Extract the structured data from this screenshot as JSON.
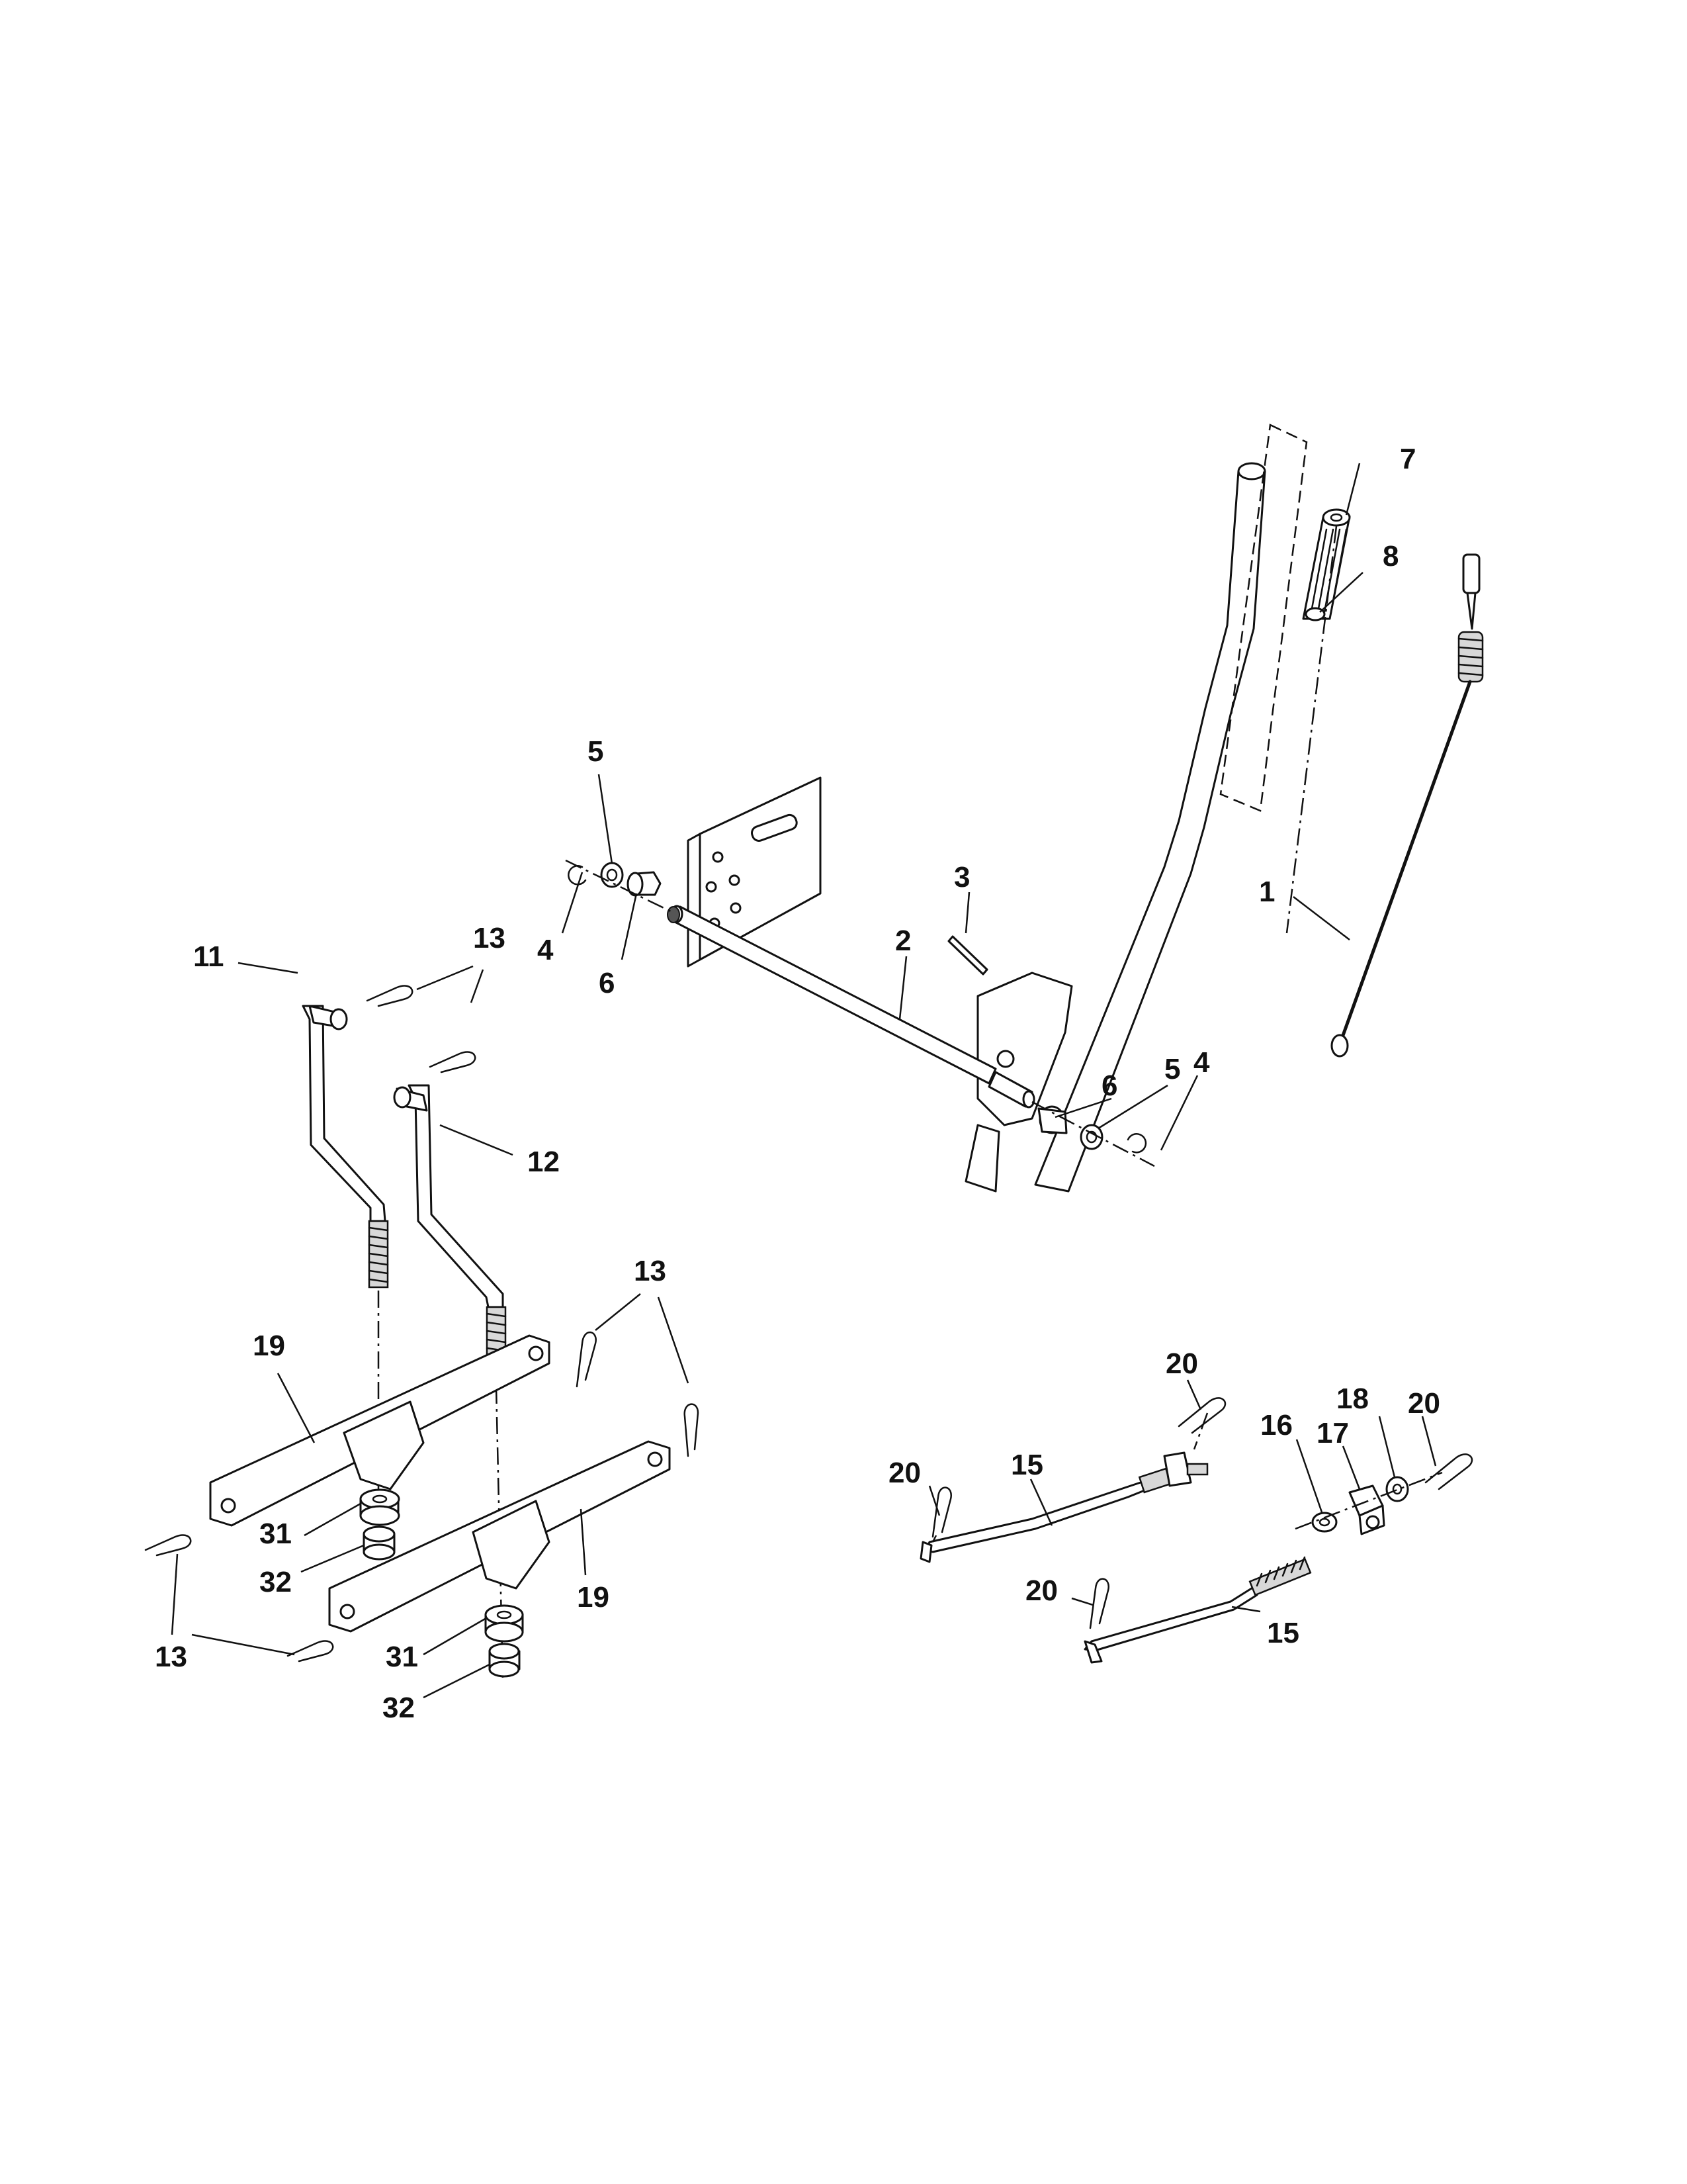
{
  "diagram": {
    "callouts": [
      {
        "id": "c1",
        "text": "1"
      },
      {
        "id": "c2",
        "text": "2"
      },
      {
        "id": "c3",
        "text": "3"
      },
      {
        "id": "c4a",
        "text": "4"
      },
      {
        "id": "c4b",
        "text": "4"
      },
      {
        "id": "c5a",
        "text": "5"
      },
      {
        "id": "c5b",
        "text": "5"
      },
      {
        "id": "c6a",
        "text": "6"
      },
      {
        "id": "c6b",
        "text": "6"
      },
      {
        "id": "c7",
        "text": "7"
      },
      {
        "id": "c8",
        "text": "8"
      },
      {
        "id": "c11",
        "text": "11"
      },
      {
        "id": "c12",
        "text": "12"
      },
      {
        "id": "c13a",
        "text": "13"
      },
      {
        "id": "c13b",
        "text": "13"
      },
      {
        "id": "c13c",
        "text": "13"
      },
      {
        "id": "c15a",
        "text": "15"
      },
      {
        "id": "c15b",
        "text": "15"
      },
      {
        "id": "c16",
        "text": "16"
      },
      {
        "id": "c17",
        "text": "17"
      },
      {
        "id": "c18",
        "text": "18"
      },
      {
        "id": "c19a",
        "text": "19"
      },
      {
        "id": "c19b",
        "text": "19"
      },
      {
        "id": "c20a",
        "text": "20"
      },
      {
        "id": "c20b",
        "text": "20"
      },
      {
        "id": "c20c",
        "text": "20"
      },
      {
        "id": "c20d",
        "text": "20"
      },
      {
        "id": "c31a",
        "text": "31"
      },
      {
        "id": "c31b",
        "text": "31"
      },
      {
        "id": "c32a",
        "text": "32"
      },
      {
        "id": "c32b",
        "text": "32"
      }
    ]
  }
}
